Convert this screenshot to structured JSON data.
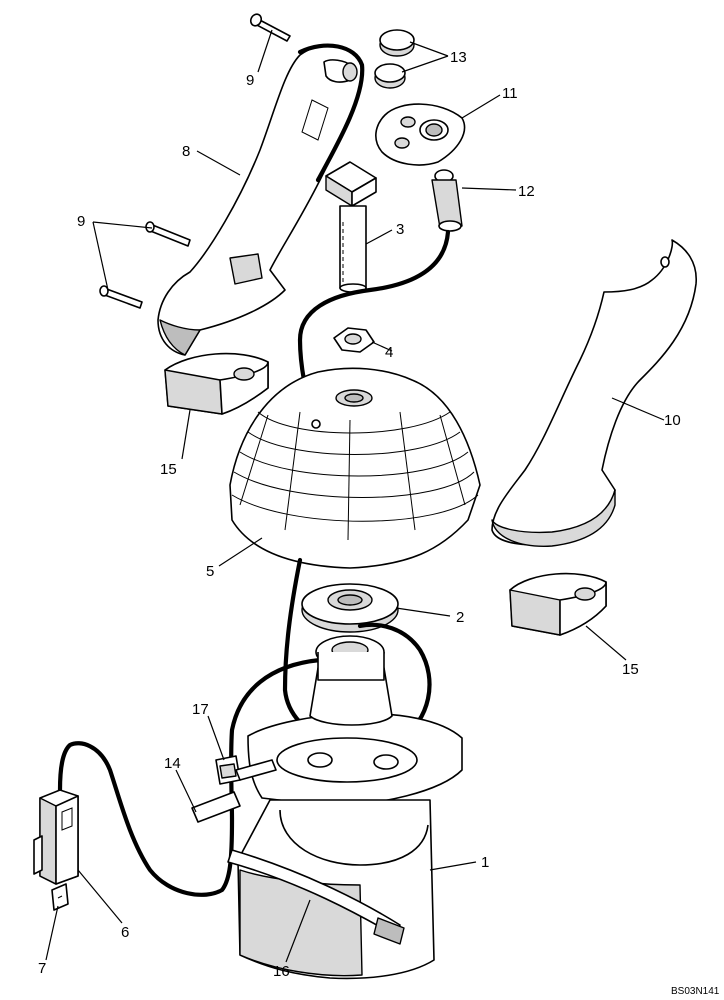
{
  "drawing_code": "BS03N141",
  "callouts": {
    "p1": "1",
    "p2": "2",
    "p3": "3",
    "p4": "4",
    "p5": "5",
    "p6": "6",
    "p7": "7",
    "p8": "8",
    "p9a": "9",
    "p9b": "9",
    "p10": "10",
    "p11": "11",
    "p12": "12",
    "p13": "13",
    "p14": "14",
    "p15a": "15",
    "p15b": "15",
    "p16": "16",
    "p17": "17"
  }
}
